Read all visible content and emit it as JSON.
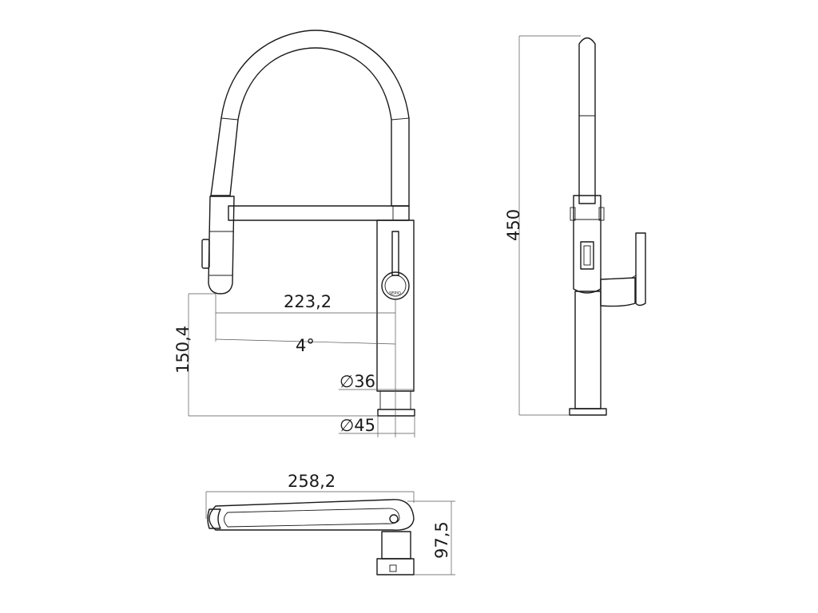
{
  "dimensions": {
    "spout_reach": "223,2",
    "spout_angle": "4°",
    "outlet_height": "150,4",
    "body_diameter": "∅36",
    "base_diameter": "∅45",
    "total_height": "450",
    "top_length": "258,2",
    "top_depth": "97,5"
  },
  "logo_text": "SEPIO"
}
